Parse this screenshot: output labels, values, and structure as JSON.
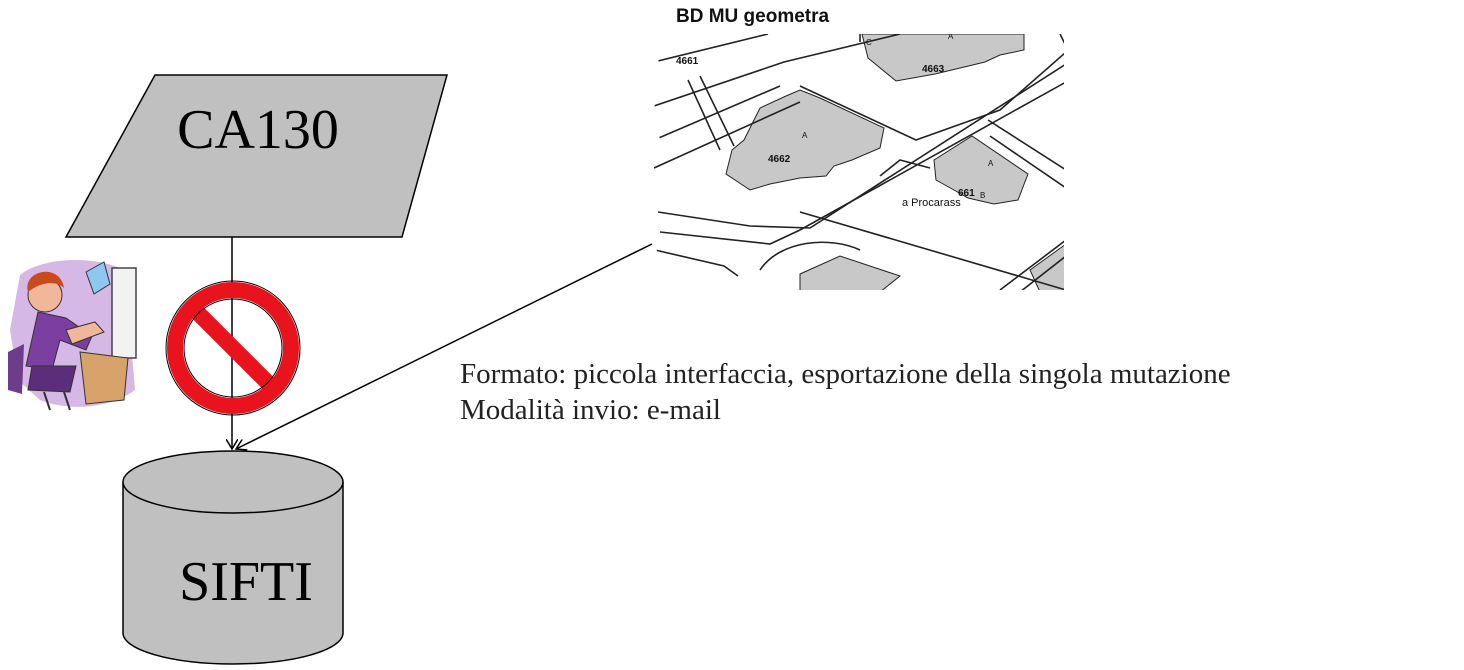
{
  "diagram": {
    "input_node": {
      "label": "CA130"
    },
    "db_node": {
      "label": "SIFTI"
    },
    "map": {
      "title": "BD MU geometra",
      "parcels": [
        "4661",
        "4663",
        "4662",
        "661",
        "B",
        "C",
        "A",
        "A",
        "A"
      ],
      "street": "a Procarass"
    },
    "info": {
      "line1": "Formato: piccola interfaccia, esportazione della singola mutazione",
      "line2": "Modalità invio: e-mail"
    },
    "icons": [
      "prohibited-icon",
      "office-worker-icon"
    ],
    "colors": {
      "shape_fill": "#c0c0c0",
      "prohibit_red": "#e8131c",
      "building_fill": "#c8c8c8"
    }
  }
}
